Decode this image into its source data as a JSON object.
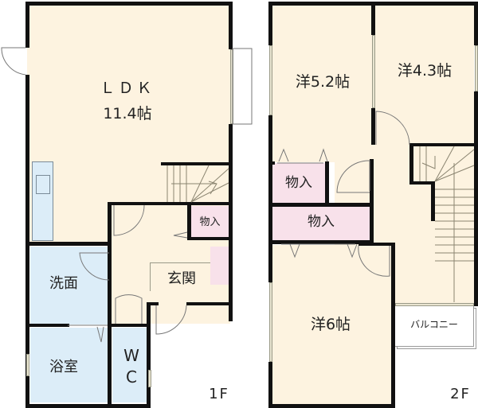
{
  "floor1": {
    "label": "1F",
    "rooms": {
      "ldk": {
        "name": "ＬＤＫ",
        "size": "11.4帖"
      },
      "storage": {
        "name": "物入"
      },
      "entrance": {
        "name": "玄関"
      },
      "washroom": {
        "name": "洗面"
      },
      "bathroom": {
        "name": "浴室"
      },
      "wc_line1": "W",
      "wc_line2": "C"
    }
  },
  "floor2": {
    "label": "2F",
    "rooms": {
      "western_a": {
        "name": "洋5.2帖"
      },
      "western_b": {
        "name": "洋4.3帖"
      },
      "western_c": {
        "name": "洋6帖"
      },
      "storage_a": {
        "name": "物入"
      },
      "storage_b": {
        "name": "物入"
      },
      "balcony": {
        "name": "バルコニー"
      }
    }
  },
  "colors": {
    "floor": "#fdf3e0",
    "wet_area": "#dcedf8",
    "storage": "#f8e1ea",
    "wall": "#111111"
  }
}
